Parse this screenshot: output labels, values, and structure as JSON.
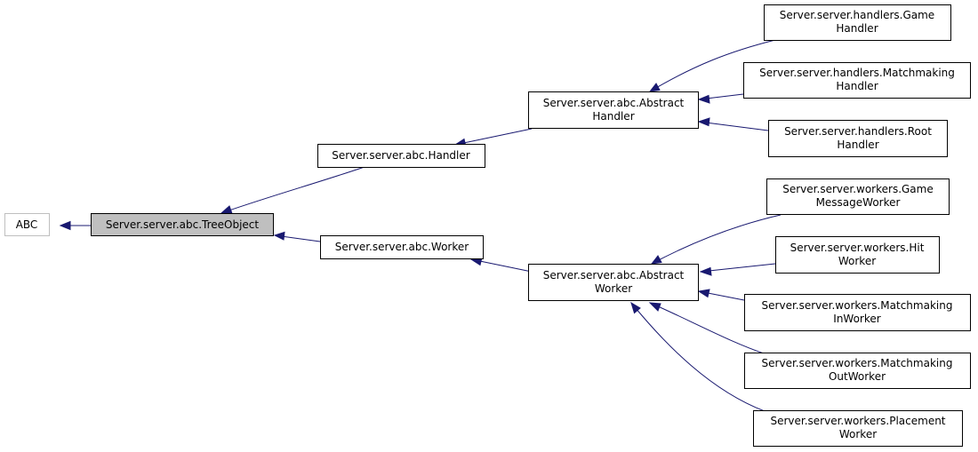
{
  "diagram": {
    "nodes": {
      "abc": [
        "ABC"
      ],
      "tree_object": [
        "Server.server.abc.TreeObject"
      ],
      "handler": [
        "Server.server.abc.Handler"
      ],
      "worker": [
        "Server.server.abc.Worker"
      ],
      "abstract_handler": [
        "Server.server.abc.Abstract",
        "Handler"
      ],
      "abstract_worker": [
        "Server.server.abc.Abstract",
        "Worker"
      ],
      "game_handler": [
        "Server.server.handlers.Game",
        "Handler"
      ],
      "matchmaking_handler": [
        "Server.server.handlers.Matchmaking",
        "Handler"
      ],
      "root_handler": [
        "Server.server.handlers.Root",
        "Handler"
      ],
      "game_message_worker": [
        "Server.server.workers.Game",
        "MessageWorker"
      ],
      "hit_worker": [
        "Server.server.workers.Hit",
        "Worker"
      ],
      "matchmaking_in_worker": [
        "Server.server.workers.Matchmaking",
        "InWorker"
      ],
      "matchmaking_out_worker": [
        "Server.server.workers.Matchmaking",
        "OutWorker"
      ],
      "placement_worker": [
        "Server.server.workers.Placement",
        "Worker"
      ]
    },
    "edges": [
      {
        "from": "tree_object",
        "to": "abc"
      },
      {
        "from": "handler",
        "to": "tree_object"
      },
      {
        "from": "worker",
        "to": "tree_object"
      },
      {
        "from": "abstract_handler",
        "to": "handler"
      },
      {
        "from": "abstract_worker",
        "to": "worker"
      },
      {
        "from": "game_handler",
        "to": "abstract_handler"
      },
      {
        "from": "matchmaking_handler",
        "to": "abstract_handler"
      },
      {
        "from": "root_handler",
        "to": "abstract_handler"
      },
      {
        "from": "game_message_worker",
        "to": "abstract_worker"
      },
      {
        "from": "hit_worker",
        "to": "abstract_worker"
      },
      {
        "from": "matchmaking_in_worker",
        "to": "abstract_worker"
      },
      {
        "from": "matchmaking_out_worker",
        "to": "abstract_worker"
      },
      {
        "from": "placement_worker",
        "to": "abstract_worker"
      }
    ],
    "colors": {
      "edge": "#191970",
      "current_node_fill": "#bfbfbf",
      "external_node_border": "#bfbfbf",
      "node_border": "#000000"
    }
  }
}
